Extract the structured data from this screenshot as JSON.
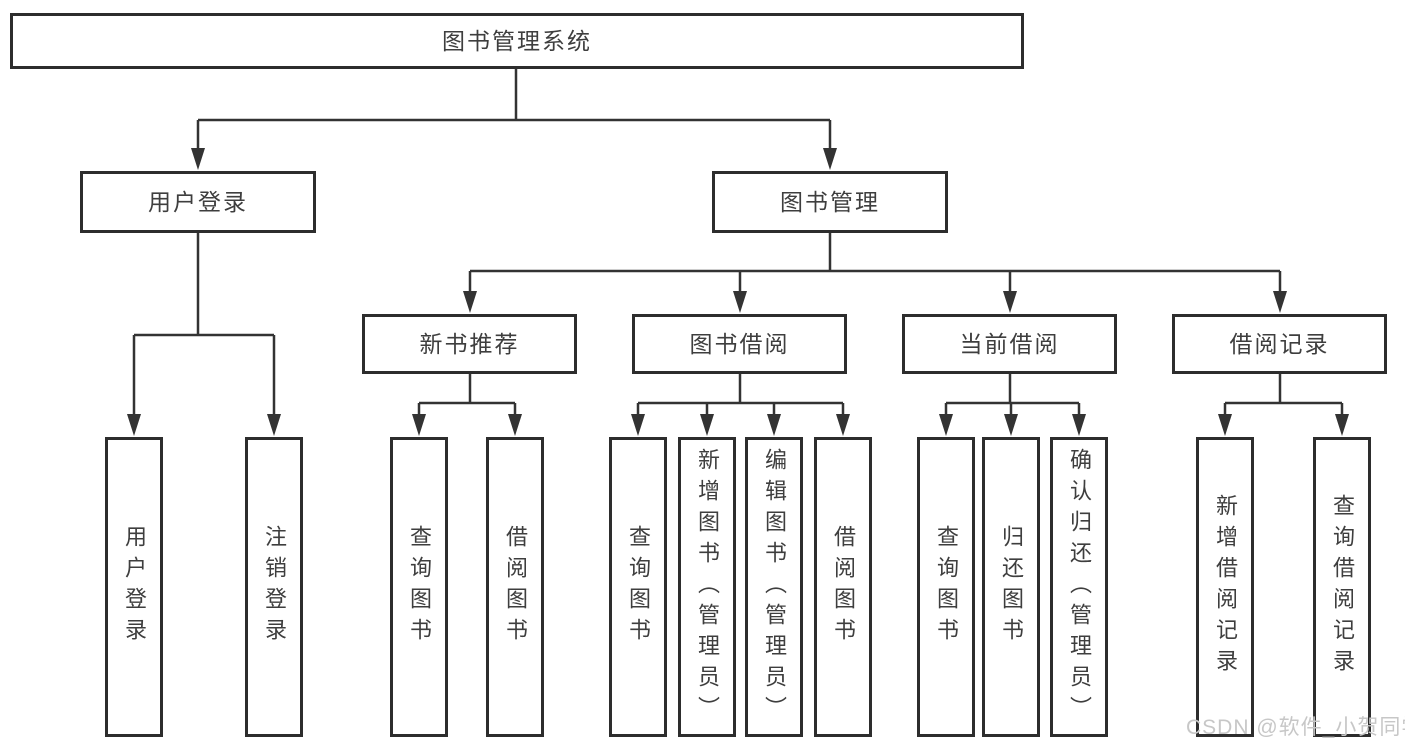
{
  "title": "图书管理系统",
  "level2": [
    {
      "label": "用户登录"
    },
    {
      "label": "图书管理"
    }
  ],
  "level3": [
    {
      "label": "新书推荐",
      "parent": "图书管理"
    },
    {
      "label": "图书借阅",
      "parent": "图书管理"
    },
    {
      "label": "当前借阅",
      "parent": "图书管理"
    },
    {
      "label": "借阅记录",
      "parent": "图书管理"
    }
  ],
  "leaves": [
    {
      "label": "用户登录",
      "parent": "用户登录"
    },
    {
      "label": "注销登录",
      "parent": "用户登录"
    },
    {
      "label": "查询图书",
      "parent": "新书推荐"
    },
    {
      "label": "借阅图书",
      "parent": "新书推荐"
    },
    {
      "label": "查询图书",
      "parent": "图书借阅"
    },
    {
      "label": "新增图书（管理员）",
      "parent": "图书借阅"
    },
    {
      "label": "编辑图书（管理员）",
      "parent": "图书借阅"
    },
    {
      "label": "借阅图书",
      "parent": "图书借阅"
    },
    {
      "label": "查询图书",
      "parent": "当前借阅"
    },
    {
      "label": "归还图书",
      "parent": "当前借阅"
    },
    {
      "label": "确认归还（管理员）",
      "parent": "当前借阅"
    },
    {
      "label": "新增借阅记录",
      "parent": "借阅记录"
    },
    {
      "label": "查询借阅记录",
      "parent": "借阅记录"
    }
  ],
  "watermark": {
    "text": "CSDN @软件_小贺同学"
  },
  "colors": {
    "line": "#333333",
    "box_border": "#2d2d2d",
    "text": "#3e3e3e",
    "watermark_text": "#c7c7c7",
    "background": "#ffffff"
  }
}
